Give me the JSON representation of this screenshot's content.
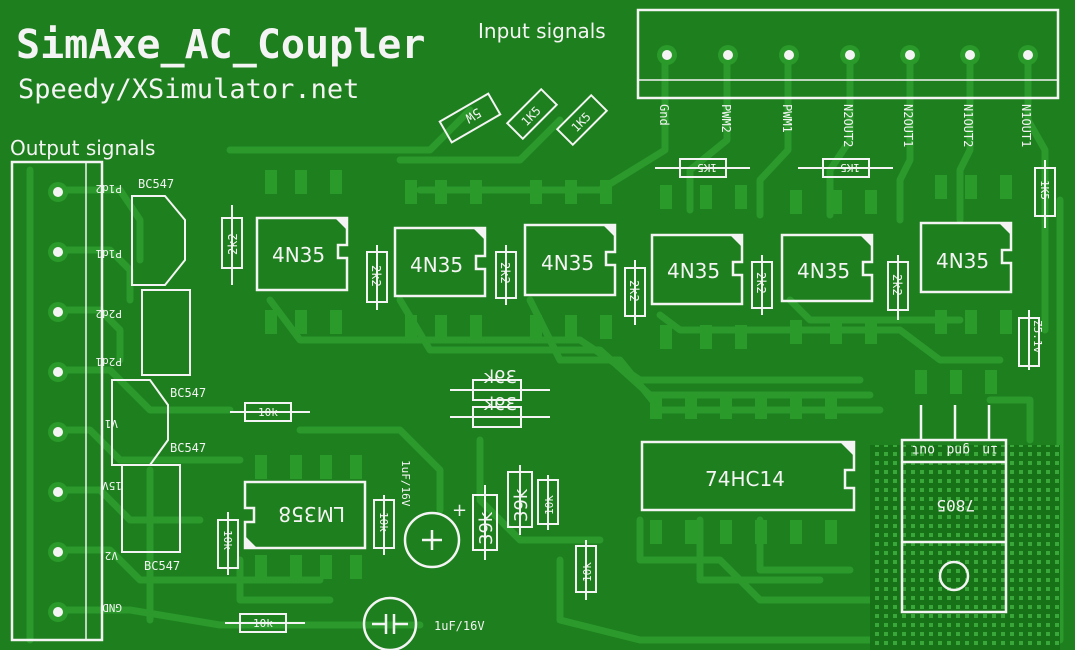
{
  "board": {
    "title": "SimAxe_AC_Coupler",
    "subtitle": "Speedy/XSimulator.net",
    "colors": {
      "copper": "#1d7f1d",
      "trace": "#2a9a2a",
      "silk": "#f4f4f4",
      "pad": "#6fbf6f"
    }
  },
  "input_header": {
    "label": "Input signals",
    "pins": [
      "Gnd",
      "PWM2",
      "PWM1",
      "N2OUT2",
      "N2OUT1",
      "N1OUT2",
      "N1OUT1"
    ]
  },
  "output_header": {
    "label": "Output signals",
    "pins": [
      "P1d2",
      "P1d1",
      "P2d2",
      "P2d1",
      "V1",
      "15V",
      "V2",
      "GND"
    ]
  },
  "optocouplers": [
    "4N35",
    "4N35",
    "4N35",
    "4N35",
    "4N35",
    "4N35"
  ],
  "resistors_top": [
    "5W",
    "1K5",
    "1K5"
  ],
  "resistors_row2": [
    "1K5",
    "1K5",
    "1K5"
  ],
  "resistors_2k2": [
    "2k2",
    "2k2",
    "2k2",
    "2k2",
    "2k2",
    "2k2"
  ],
  "transistors": [
    "BC547",
    "BC547",
    "BC547",
    "BC547"
  ],
  "misc": {
    "r_39k_a": "39k",
    "r_39k_b": "39k",
    "r_39k_c": "39k",
    "r_39k_d": "39k",
    "r_10k_a": "10k",
    "r_10k_b": "10k",
    "r_10k_c": "10k",
    "r_10k_d": "10k",
    "r_10k_e": "10k",
    "r_10k_f": "10k",
    "cap_v_label": "1uF/16V",
    "cap_h_label": "1uF/16V",
    "cap_plus": "+",
    "zener": "Z5.1v",
    "opamp": "LM358",
    "inverter": "74HC14",
    "regulator": "7805",
    "reg_in": "in",
    "reg_gnd": "gnd",
    "reg_out": "out"
  }
}
